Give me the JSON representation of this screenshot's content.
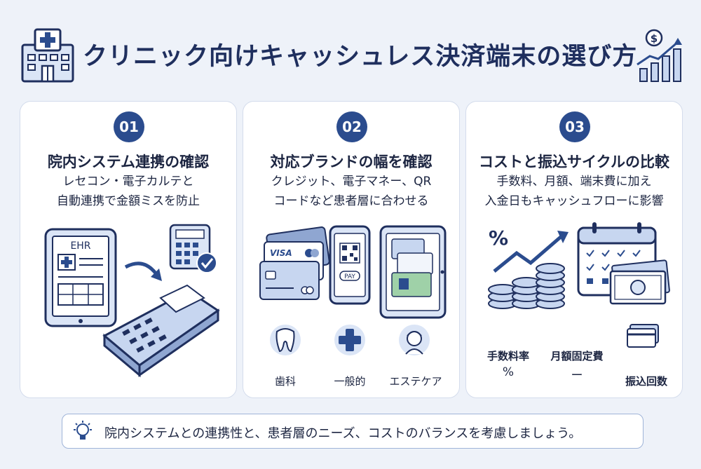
{
  "title": "クリニック向けキャッシュレス決済端末の選び方",
  "cards": [
    {
      "number": "01",
      "title": "院内システム連携の確認",
      "desc": [
        "レセコン・電子カルテと",
        "自動連携で金額ミスを防止"
      ],
      "illustration_text": "EHR",
      "icons": [
        "tablet-ehr-icon",
        "payment-terminal-icon",
        "calculator-icon",
        "check-icon"
      ]
    },
    {
      "number": "02",
      "title": "対応ブランドの幅を確認",
      "desc": [
        "クレジット、電子マネー、QR",
        "コードなど患者層に合わせる"
      ],
      "card_brand": "VISA",
      "pay_label": "PAY",
      "patient_types": [
        "歯科",
        "一般的",
        "エステケア"
      ]
    },
    {
      "number": "03",
      "title": "コストと振込サイクルの比較",
      "desc": [
        "手数料、月額、端末費に加え",
        "入金日もキャッシュフローに影響"
      ],
      "percent_symbol": "%",
      "cost_items": [
        {
          "label": "手数料率",
          "value": "%"
        },
        {
          "label": "月額固定費",
          "value": "ー"
        },
        {
          "label": "振込回数",
          "value": ""
        }
      ]
    }
  ],
  "tip": "院内システムとの連携性と、患者層のニーズ、コストのバランスを考慮しましょう。",
  "colors": {
    "navy": "#1f2f5e",
    "accent_blue": "#2b4c8e",
    "light_blue": "#c7d6f0",
    "background": "#eef2f9"
  }
}
